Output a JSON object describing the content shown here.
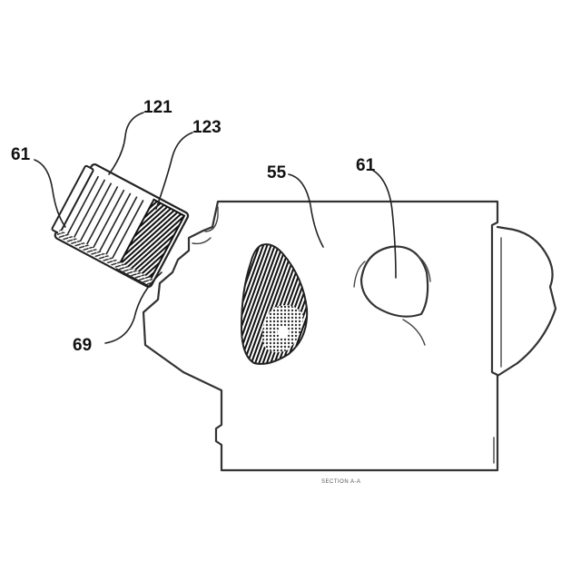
{
  "figure": {
    "labels": {
      "cap_left": "61",
      "cap_top": "121",
      "cap_filter": "123",
      "cap_neck": "69",
      "body": "55",
      "window": "61"
    },
    "caption": "SECTION A-A"
  }
}
